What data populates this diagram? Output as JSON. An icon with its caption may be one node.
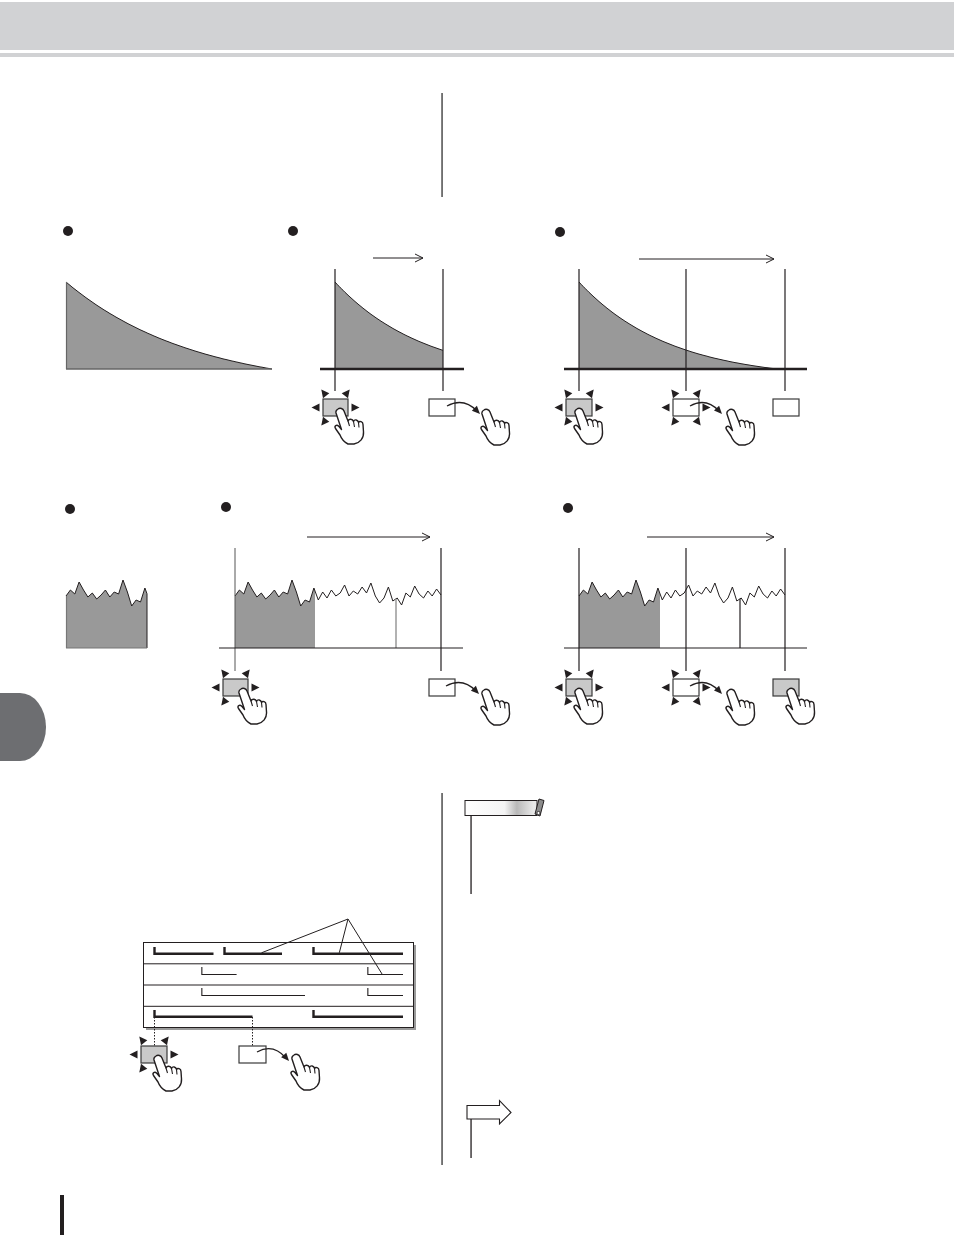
{
  "diagram": {
    "nodes": [
      {
        "text": [],
        "shape": "bar"
      },
      {
        "text": [],
        "shape": "bar"
      },
      {
        "text": [],
        "shape": "bar"
      },
      {
        "text": [],
        "shape": "bar"
      },
      {
        "text": [],
        "shape": "bar"
      },
      {
        "text": [],
        "shape": "bar"
      },
      {
        "text": [],
        "shape": "bar"
      },
      {
        "text": [],
        "shape": "bar"
      },
      {
        "text": [],
        "shape": "bar"
      }
    ],
    "edges": [
      {
        "from": null,
        "to": 1,
        "arrow": "none"
      },
      {
        "from": null,
        "to": 2,
        "arrow": "none"
      },
      {
        "from": null,
        "to": 4,
        "arrow": "none"
      }
    ]
  }
}
